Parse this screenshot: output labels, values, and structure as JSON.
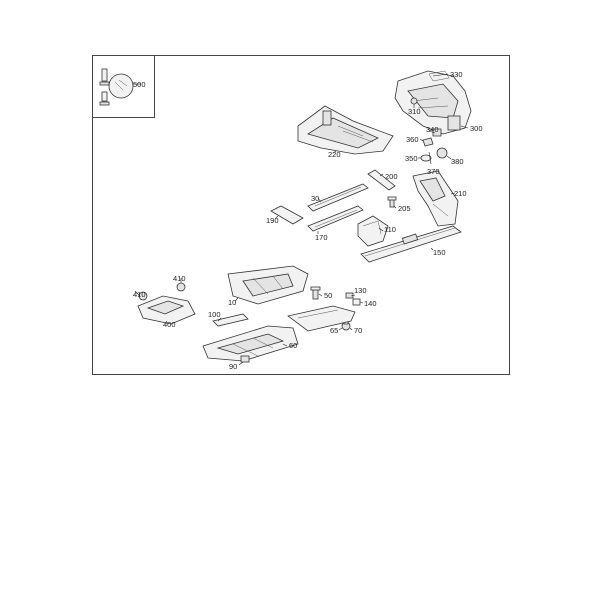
{
  "callouts": {
    "c500": "500",
    "c330": "330",
    "c310": "310",
    "c300": "300",
    "c340": "340",
    "c360": "360",
    "c350": "350",
    "c380": "380",
    "c370": "370",
    "c220": "220",
    "c200": "200",
    "c30": "30",
    "c205": "205",
    "c210": "210",
    "c190": "190",
    "c170": "170",
    "c110": "110",
    "c150": "150",
    "c410a": "410",
    "c410b": "410",
    "c400": "400",
    "c10": "10",
    "c50": "50",
    "c130": "130",
    "c140": "140",
    "c100": "100",
    "c65": "65",
    "c70": "70",
    "c60": "60",
    "c90": "90"
  }
}
